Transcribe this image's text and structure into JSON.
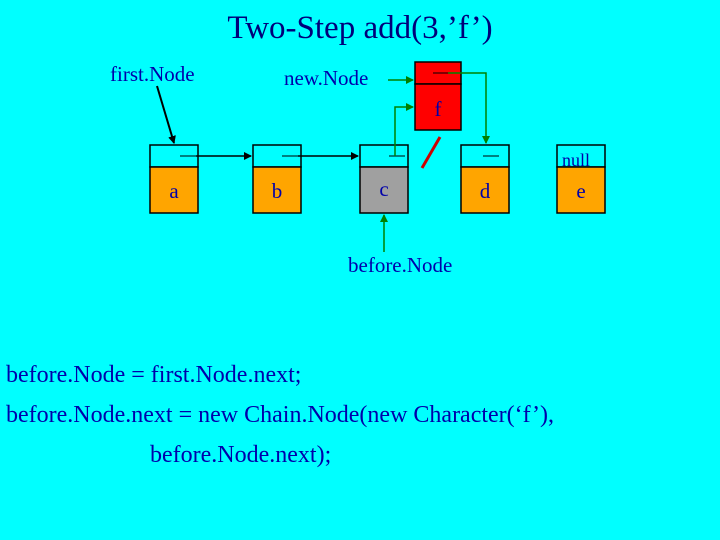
{
  "title": "Two-Step add(3,’f’)",
  "labels": {
    "first_node": "first.Node",
    "new_node": "new.Node",
    "before_node": "before.Node",
    "null": "null"
  },
  "nodes": [
    {
      "value": "a",
      "color": "#ffa500"
    },
    {
      "value": "b",
      "color": "#ffa500"
    },
    {
      "value": "c",
      "color": "#a0a0a0"
    },
    {
      "value": "d",
      "color": "#ffa500"
    },
    {
      "value": "e",
      "color": "#ffa500"
    }
  ],
  "new_node": {
    "value": "f",
    "color": "#ff0000"
  },
  "code": [
    "before.Node = first.Node.next;",
    "before.Node.next = new Chain.Node(new Character(‘f’),",
    "before.Node.next);"
  ]
}
